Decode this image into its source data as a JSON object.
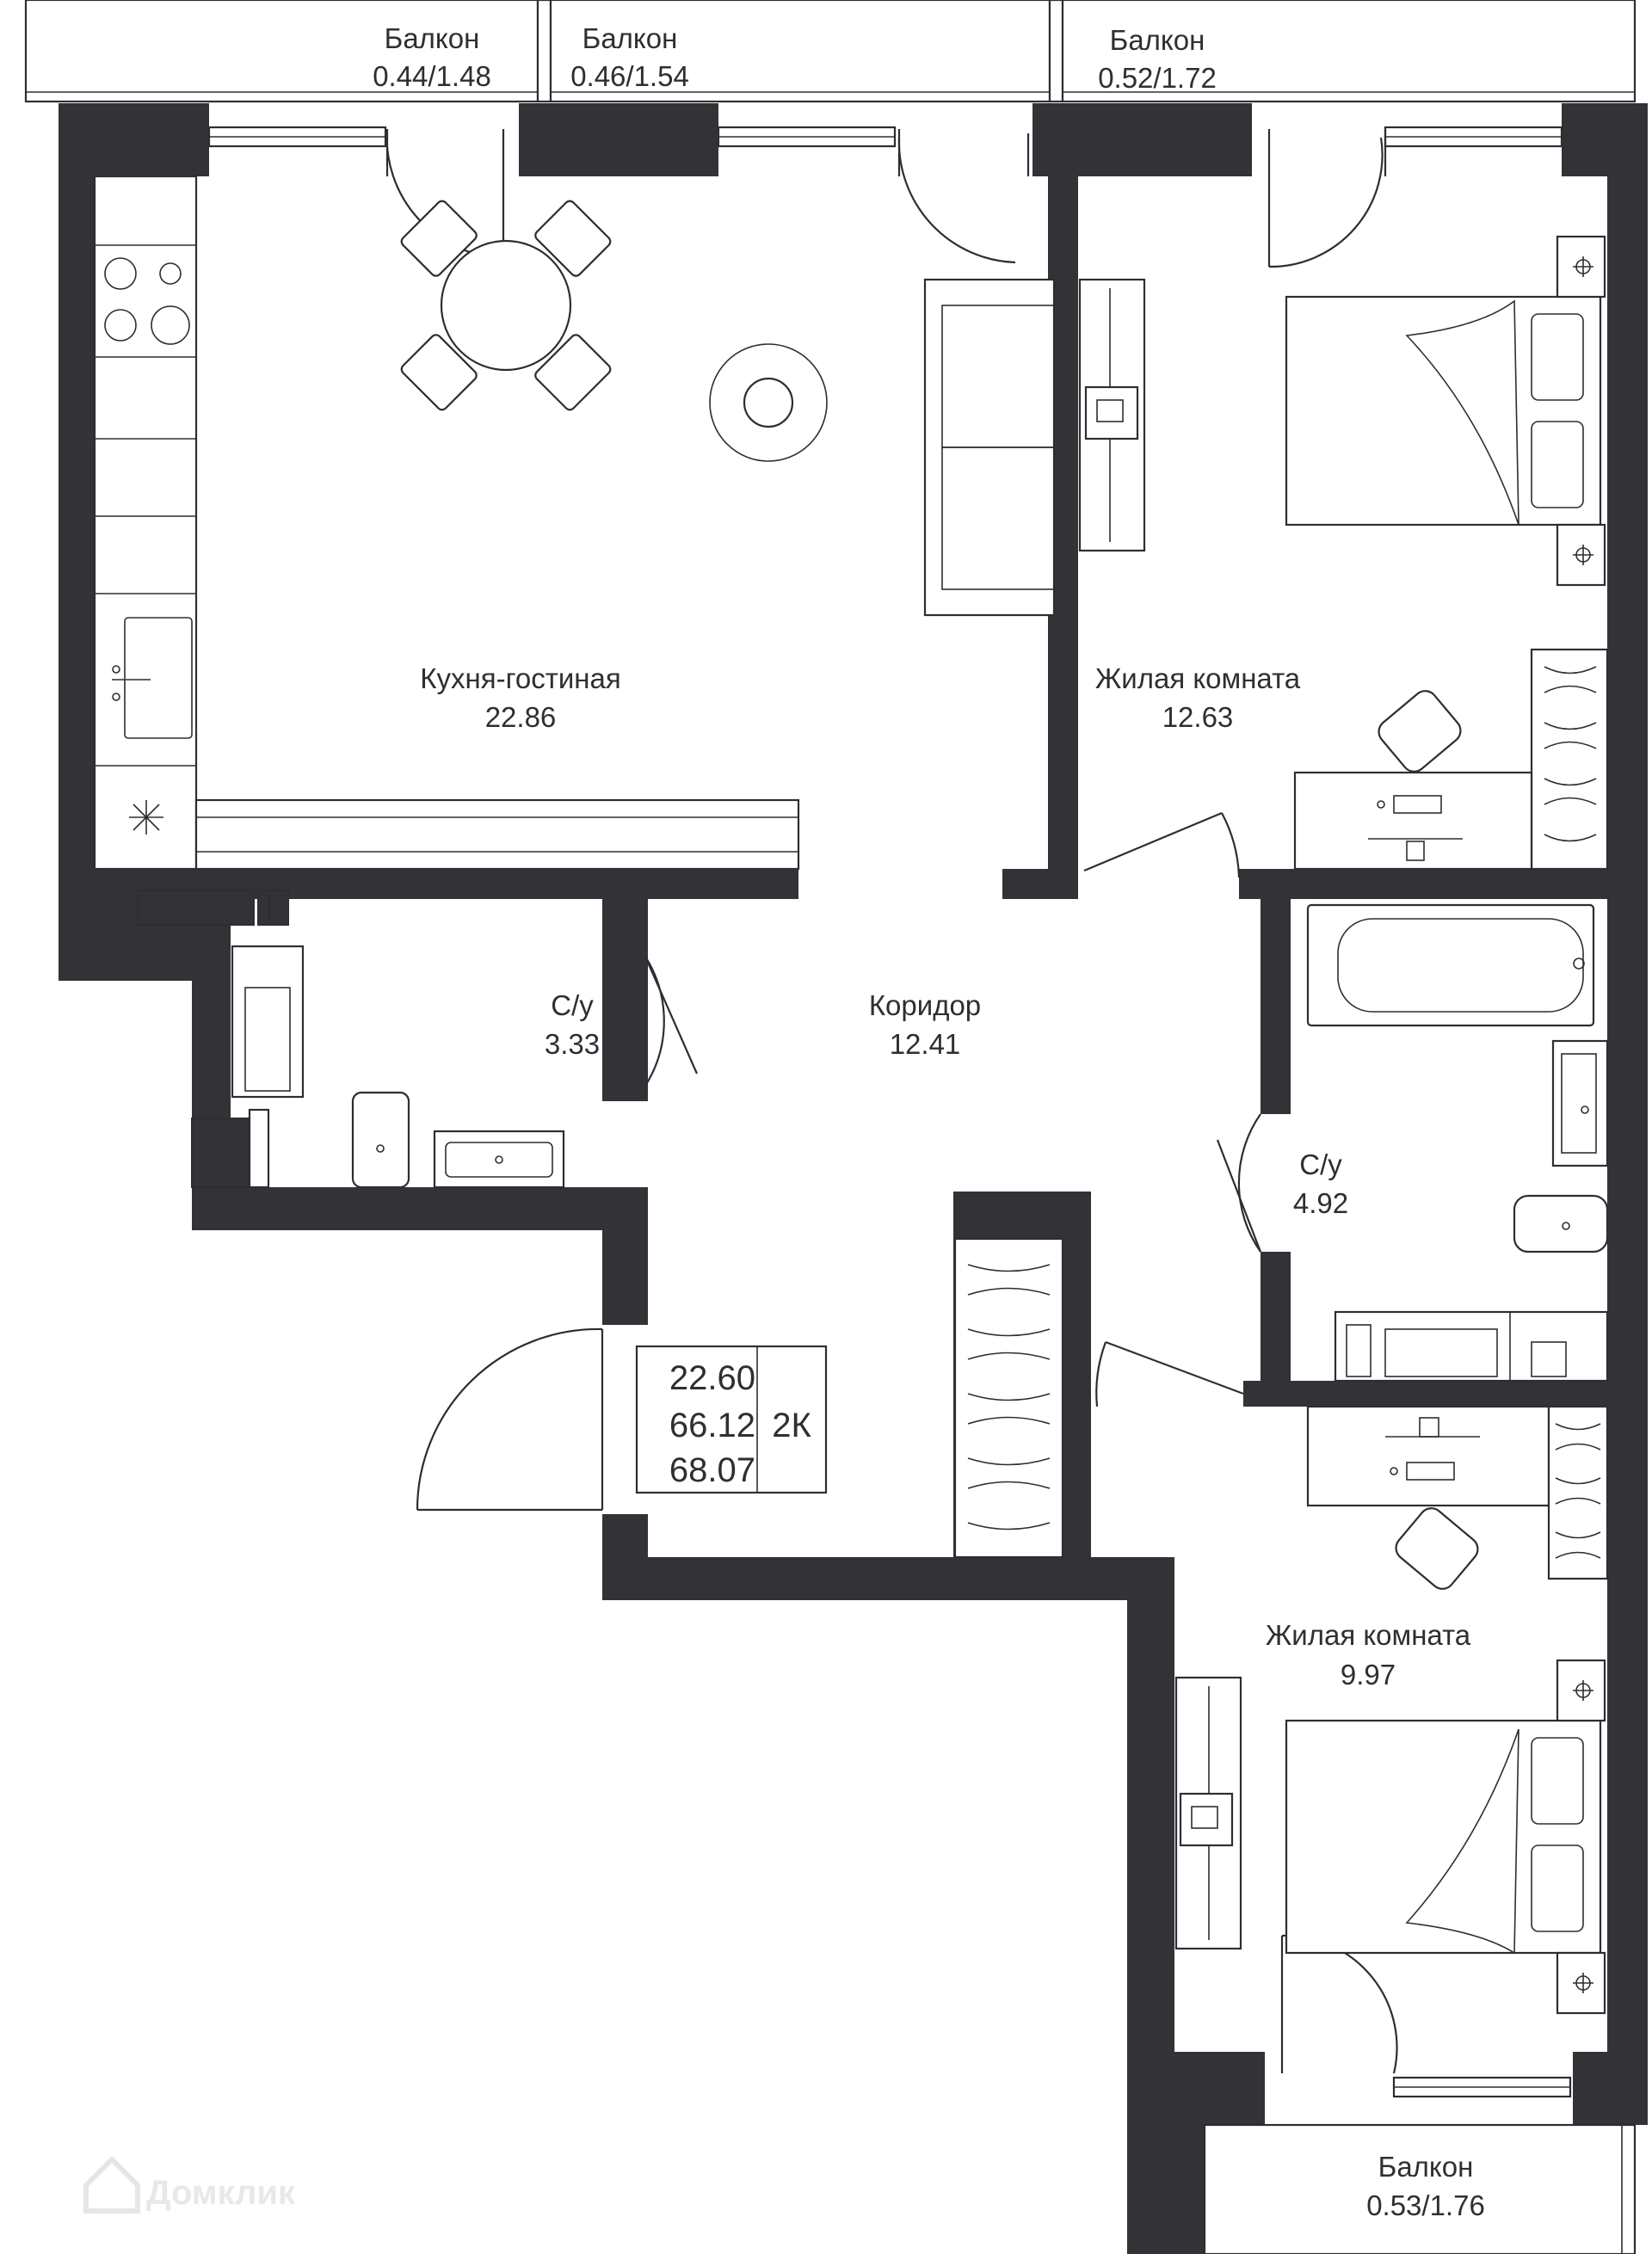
{
  "plan": {
    "rooms": [
      {
        "id": "kitchen-living",
        "label": "Кухня-гостиная",
        "area": "22.86"
      },
      {
        "id": "bedroom-1",
        "label": "Жилая комната",
        "area": "12.63"
      },
      {
        "id": "bathroom-1",
        "label": "С/у",
        "area": "3.33"
      },
      {
        "id": "corridor",
        "label": "Коридор",
        "area": "12.41"
      },
      {
        "id": "bathroom-2",
        "label": "С/у",
        "area": "4.92"
      },
      {
        "id": "bedroom-2",
        "label": "Жилая комната",
        "area": "9.97"
      }
    ],
    "balconies": [
      {
        "label": "Балкон",
        "area": "0.44/1.48"
      },
      {
        "label": "Балкон",
        "area": "0.46/1.54"
      },
      {
        "label": "Балкон",
        "area": "0.52/1.72"
      },
      {
        "label": "Балкон",
        "area": "0.53/1.76"
      }
    ],
    "summary": {
      "living_area": "22.60",
      "total_area": "66.12",
      "total_with_balconies": "68.07",
      "type": "2К"
    },
    "watermark": "Домклик",
    "colors": {
      "wall": "#323237",
      "line": "#2e2e32",
      "background": "#ffffff"
    }
  }
}
